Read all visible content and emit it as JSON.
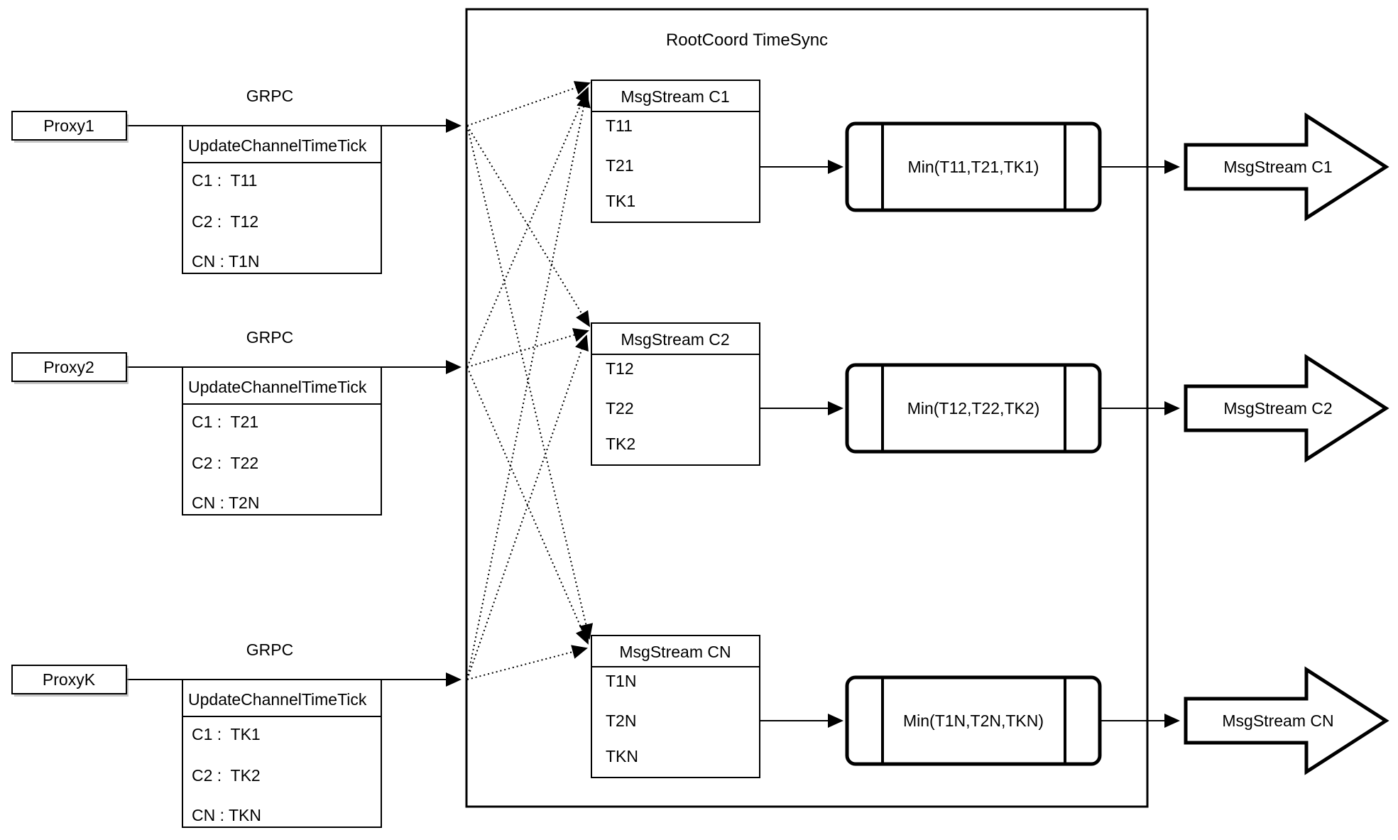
{
  "root_box": {
    "title": "RootCoord TimeSync"
  },
  "proxies": [
    {
      "label": "Proxy1",
      "protocol_label": "GRPC",
      "table": {
        "header": "UpdateChannelTimeTick",
        "rows": [
          "C1 :  T11",
          "C2 :  T12",
          "CN : T1N"
        ]
      }
    },
    {
      "label": "Proxy2",
      "protocol_label": "GRPC",
      "table": {
        "header": "UpdateChannelTimeTick",
        "rows": [
          "C1 :  T21",
          "C2 :  T22",
          "CN : T2N"
        ]
      }
    },
    {
      "label": "ProxyK",
      "protocol_label": "GRPC",
      "table": {
        "header": "UpdateChannelTimeTick",
        "rows": [
          "C1 :  TK1",
          "C2 :  TK2",
          "CN : TKN"
        ]
      }
    }
  ],
  "streams": [
    {
      "table": {
        "header": "MsgStream C1",
        "rows": [
          "T11",
          "T21",
          "TK1"
        ]
      },
      "min_label": "Min(T11,T21,TK1)",
      "output_label": "MsgStream C1"
    },
    {
      "table": {
        "header": "MsgStream C2",
        "rows": [
          "T12",
          "T22",
          "TK2"
        ]
      },
      "min_label": "Min(T12,T22,TK2)",
      "output_label": "MsgStream C2"
    },
    {
      "table": {
        "header": "MsgStream CN",
        "rows": [
          "T1N",
          "T2N",
          "TKN"
        ]
      },
      "min_label": "Min(T1N,T2N,TKN)",
      "output_label": "MsgStream CN"
    }
  ],
  "colors": {
    "stroke": "#000000",
    "background": "#ffffff",
    "shadow": "#999999"
  }
}
